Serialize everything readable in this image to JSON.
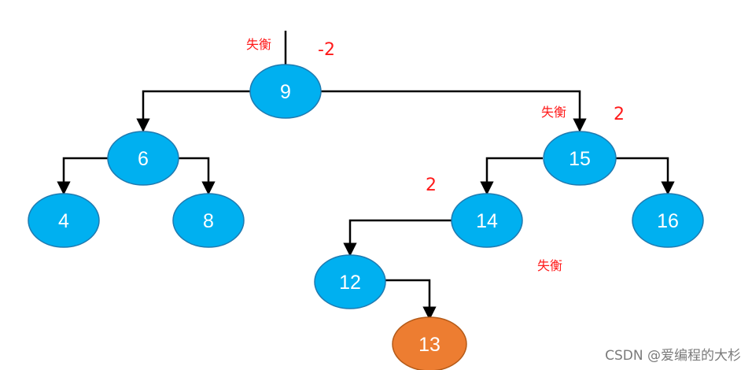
{
  "nodes": {
    "n9": "9",
    "n6": "6",
    "n15": "15",
    "n4": "4",
    "n8": "8",
    "n14": "14",
    "n16": "16",
    "n12": "12",
    "n13": "13"
  },
  "annotations": {
    "unbalanced_root": "失衡",
    "factor_root": "-2",
    "unbalanced_15": "失衡",
    "factor_15": "2",
    "factor_14": "2",
    "unbalanced_14": "失衡"
  },
  "watermark": "CSDN @爱编程的大杉",
  "colors": {
    "node_fill": "#00b0f0",
    "node_stroke": "#1f7ab0",
    "new_node_fill": "#ed7d31",
    "new_node_stroke": "#b45a18",
    "edge": "#000000",
    "annotation": "#ff1a1a"
  }
}
